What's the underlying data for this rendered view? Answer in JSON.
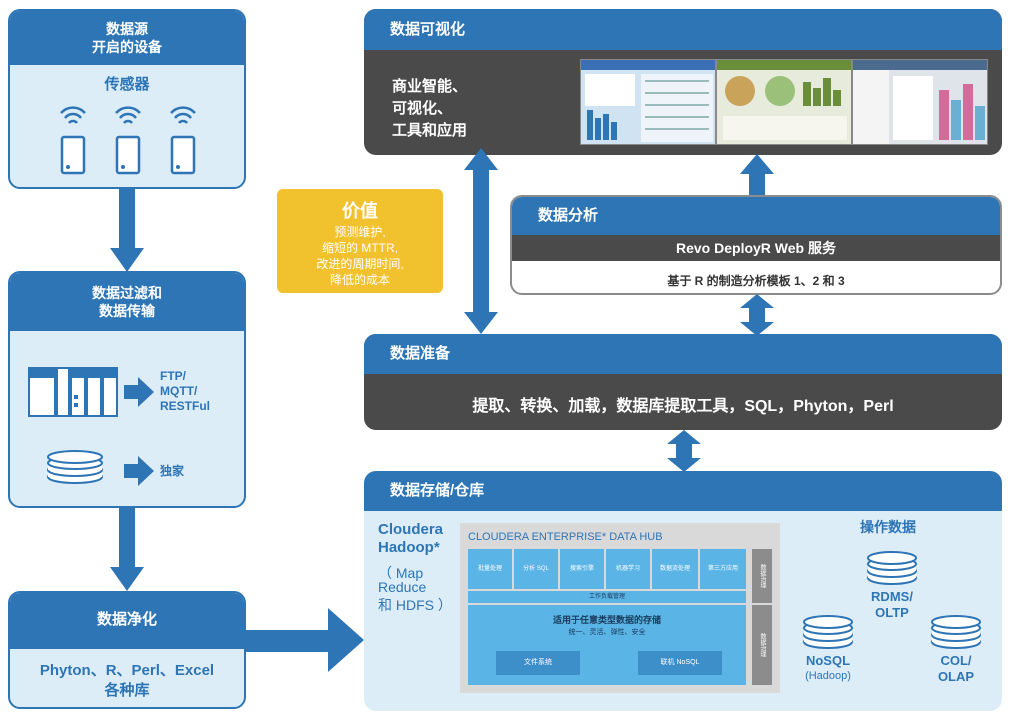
{
  "left": {
    "sources": {
      "title_line1": "数据源",
      "title_line2": "开启的设备",
      "subtitle": "传感器"
    },
    "filter": {
      "title_line1": "数据过滤和",
      "title_line2": "数据传输",
      "label_ftp": "FTP/",
      "label_mqtt": "MQTT/",
      "label_rest": "RESTFul",
      "label_exclusive": "独家"
    },
    "clean": {
      "title": "数据净化",
      "line1": "Phyton、R、Perl、Excel",
      "line2": "各种库"
    }
  },
  "value": {
    "title": "价值",
    "line1": "预测维护,",
    "line2": "缩短的 MTTR,",
    "line3": "改进的周期时间,",
    "line4": "降低的成本"
  },
  "viz": {
    "title": "数据可视化",
    "line1": "商业智能、",
    "line2": "可视化、",
    "line3": "工具和应用"
  },
  "analysis": {
    "title": "数据分析",
    "service": "Revo DeployR Web 服务",
    "templates": "基于 R 的制造分析模板 1、2 和 3"
  },
  "prep": {
    "title": "数据准备",
    "body": "提取、转换、加载，数据库提取工具，SQL，Phyton，Perl"
  },
  "storage": {
    "title": "数据存储/仓库",
    "cloudera_line1": "Cloudera",
    "cloudera_line2": "Hadoop*",
    "map_line1": "（ Map",
    "map_line2": "Reduce",
    "map_line3": "和 HDFS ）",
    "hub": {
      "title": "CLOUDERA ENTERPRISE* DATA HUB",
      "cells": [
        "批量处理",
        "分析 SQL",
        "搜索引擎",
        "机器学习",
        "数据流处理",
        "第三方应用"
      ],
      "workload": "工作负载管理",
      "store_title": "适用于任意类型数据的存储",
      "store_sub": "统一、灵活、弹性、安全",
      "fs": "文件系统",
      "nosql": "联机 NoSQL",
      "side1": "数据治理",
      "side2": "数据治理"
    },
    "ops_title": "操作数据",
    "rdms_line1": "RDMS/",
    "rdms_line2": "OLTP",
    "nosql_line1": "NoSQL",
    "nosql_line2": "(Hadoop)",
    "col_line1": "COL/",
    "col_line2": "OLAP"
  },
  "colors": {
    "brand": "#2e75b6",
    "light": "#dcedf8",
    "dark": "#4a4a4a",
    "value_bg": "#f2c12e",
    "hub_cell": "#5ab4e5"
  }
}
